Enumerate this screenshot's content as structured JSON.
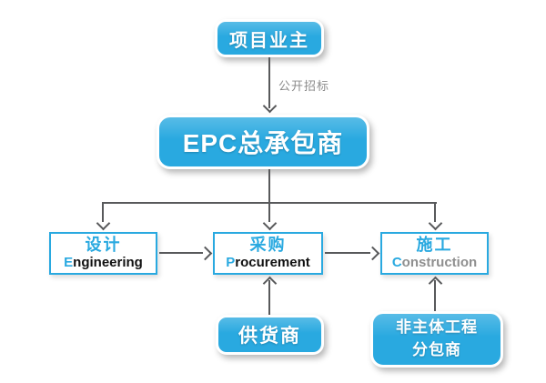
{
  "colors": {
    "node_blue": "#29a9e0",
    "border_blue": "#29a9e0",
    "arrow_gray": "#58595b",
    "label_gray": "#8b8b8b",
    "construction_text_gray": "#8f8f8f",
    "en_text_black": "#111111"
  },
  "nodes": {
    "owner": {
      "label": "项目业主"
    },
    "epc": {
      "label": "EPC总承包商"
    },
    "design": {
      "zh": "设计",
      "en_first": "E",
      "en_rest": "ngineering"
    },
    "procurement": {
      "zh": "采购",
      "en_first": "P",
      "en_rest": "rocurement"
    },
    "construction": {
      "zh": "施工",
      "en_first": "C",
      "en_rest": "onstruction"
    },
    "supplier": {
      "label": "供货商"
    },
    "subcontractor": {
      "line1": "非主体工程",
      "line2": "分包商"
    }
  },
  "edges": {
    "bid_label": "公开招标"
  }
}
